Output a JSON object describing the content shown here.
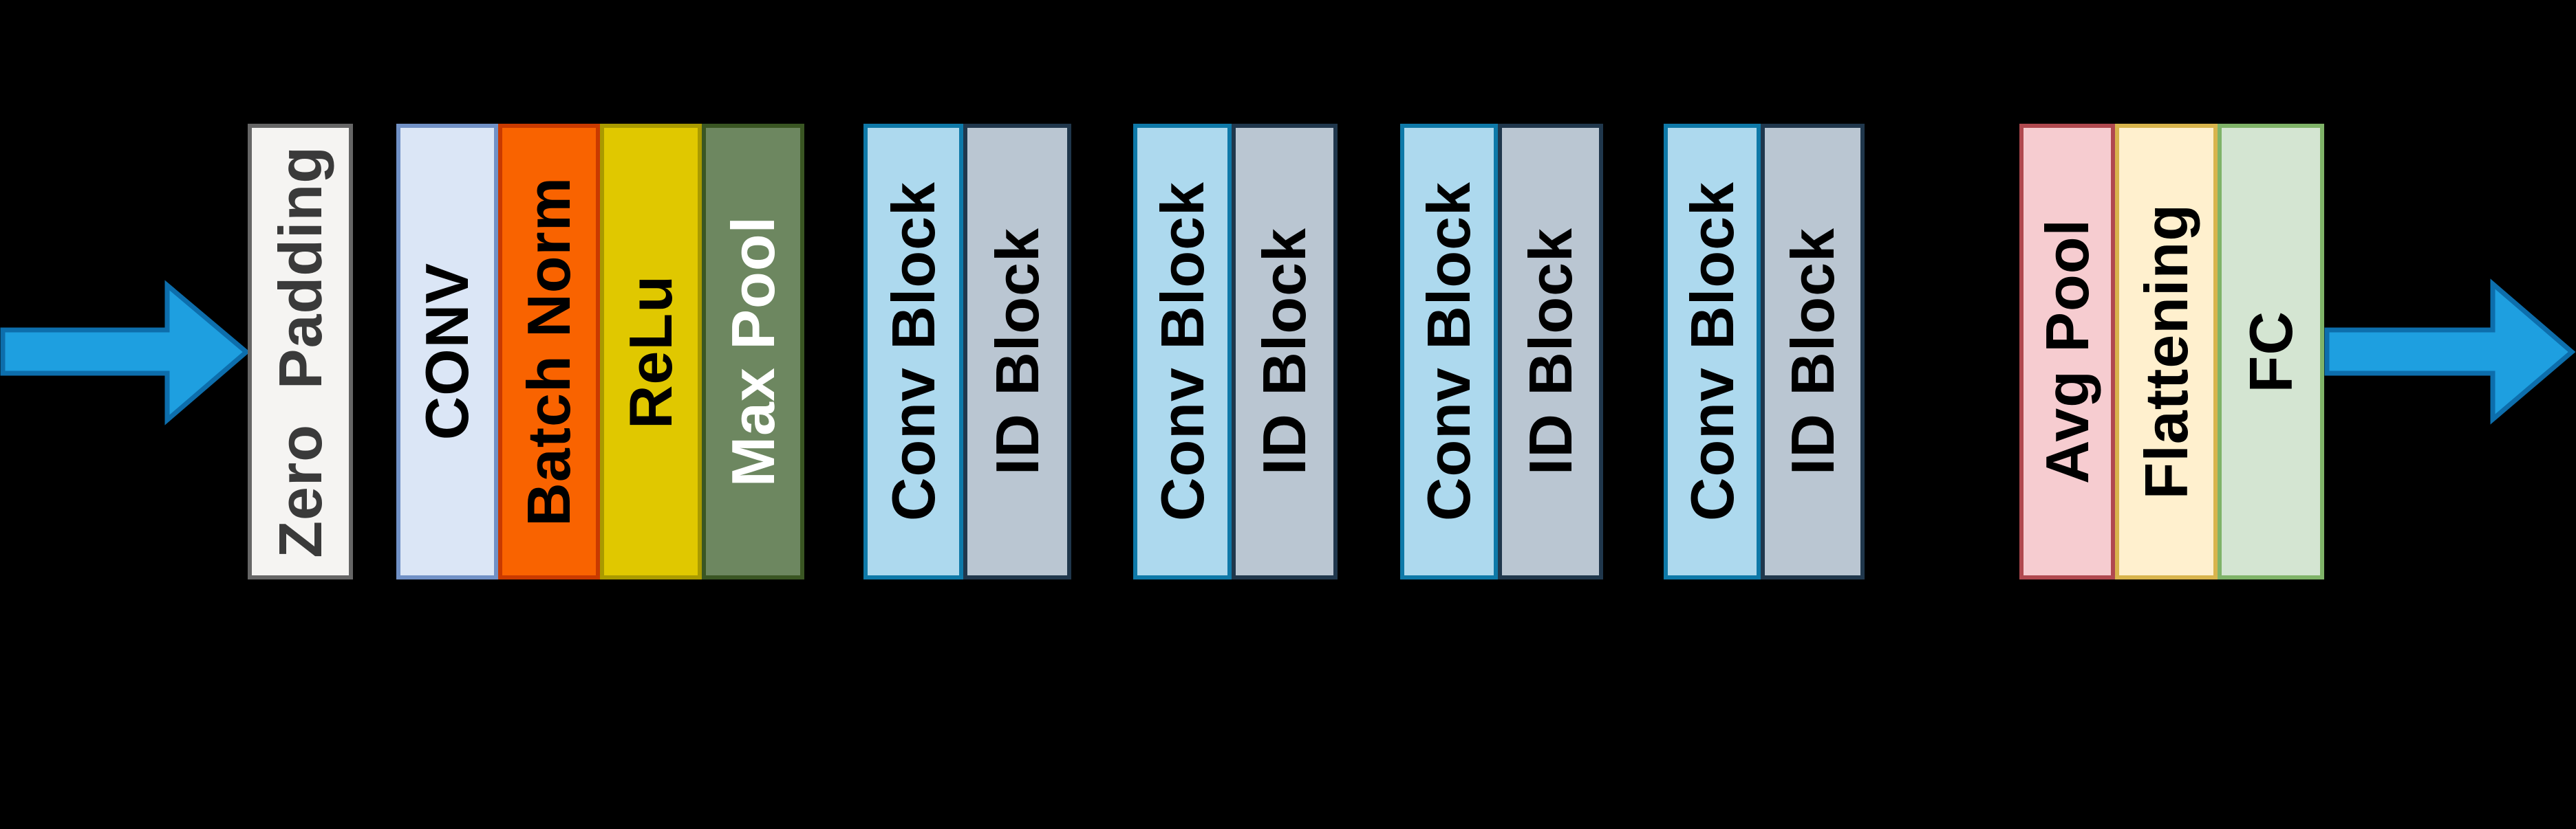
{
  "canvas": {
    "background": "#000000"
  },
  "arrows": {
    "input_icon": "input-arrow-icon",
    "output_icon": "output-arrow-icon",
    "fill": "#1E9FE0",
    "stroke": "#0D6EAC"
  },
  "blocks": {
    "zero_padding": {
      "label": "Zero  Padding",
      "fill": "#F5F4F2",
      "border": "#666666",
      "text_color": "#3A3A3A"
    },
    "conv": {
      "label": "CONV",
      "fill": "#DBE6F6",
      "border": "#7191C6",
      "text_color": "#000000"
    },
    "batch_norm": {
      "label": "Batch Norm",
      "fill": "#F96300",
      "border": "#C93A00",
      "text_color": "#000000"
    },
    "relu": {
      "label": "ReLu",
      "fill": "#E0C800",
      "border": "#A99A00",
      "text_color": "#000000"
    },
    "max_pool": {
      "label": "Max Pool",
      "fill": "#6D8760",
      "border": "#3A5623",
      "text_color": "#FFFFFF"
    },
    "avg_pool": {
      "label": "Avg Pool",
      "fill": "#F6CCD0",
      "border": "#B0494F",
      "text_color": "#000000"
    },
    "flattening": {
      "label": "Flattening",
      "fill": "#FFF0CE",
      "border": "#D8B44C",
      "text_color": "#000000"
    },
    "fc": {
      "label": "FC",
      "fill": "#D4E5D2",
      "border": "#7FB368",
      "text_color": "#000000"
    }
  },
  "stage_colors": {
    "conv_block_fill": "#ADD9EE",
    "conv_block_border": "#0E79A8",
    "id_block_fill": "#BAC6D2",
    "id_block_border": "#20374C"
  },
  "stages": [
    {
      "conv_block": {
        "label": "Conv Block"
      },
      "id_block": {
        "label": "ID Block"
      }
    },
    {
      "conv_block": {
        "label": "Conv Block"
      },
      "id_block": {
        "label": "ID Block"
      }
    },
    {
      "conv_block": {
        "label": "Conv Block"
      },
      "id_block": {
        "label": "ID Block"
      }
    },
    {
      "conv_block": {
        "label": "Conv Block"
      },
      "id_block": {
        "label": "ID Block"
      }
    }
  ]
}
